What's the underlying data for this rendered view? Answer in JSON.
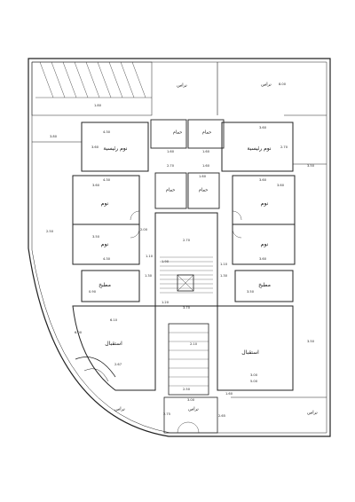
{
  "plan": {
    "rooms": {
      "master_bedroom_left": "نوم رئيسية",
      "master_bedroom_right": "نوم رئيسية",
      "bedroom_left_upper": "نوم",
      "bedroom_left_lower": "نوم",
      "bedroom_right_upper": "نوم",
      "bedroom_right_lower": "نوم",
      "bath_top_left": "حمام",
      "bath_top_right": "حمام",
      "bath_mid_left": "حمام",
      "bath_mid_right": "حمام",
      "kitchen_left": "مطبخ",
      "kitchen_right": "مطبخ",
      "reception_left": "استقبال",
      "reception_right": "استقبال"
    },
    "terraces": {
      "top_left": "تراس",
      "top_right": "تراس",
      "bottom_left": "تراس",
      "bottom_mid": "تراس",
      "bottom_right": "تراس"
    },
    "dimensions": {
      "d_1": "1.80",
      "d_2": "3.80",
      "d_3": "4.30",
      "d_4": "3.60",
      "d_5": "4.30",
      "d_6": "3.60",
      "d_7": "3.60",
      "d_8": "2.70",
      "d_9": "1.10",
      "d_10": "1.10",
      "d_11": "1.30",
      "d_12": "1.30",
      "d_13": "3.70",
      "d_14": "4.30",
      "d_15": "3.50",
      "d_16": "3.60",
      "d_17": "2.70",
      "d_18": "1.60",
      "d_19": "2.50",
      "d_20": "6.00",
      "d_21": "3.50",
      "d_22": "1.20",
      "d_23": "1.60",
      "d_24": "2.67",
      "d_25": "2.10",
      "d_26": "2.50",
      "d_27": "1.60",
      "d_28": "3.00",
      "d_29": "2.75",
      "d_30": "3.60",
      "d_31": "3.60",
      "d_32": "3.50",
      "d_33": "6.10",
      "d_34": "8.00",
      "d_35": "2.70",
      "d_36": "3.00",
      "d_37": "1.60",
      "d_38": "5.00",
      "d_39": "1.60",
      "d_40": "2.00",
      "d_41": "0.90",
      "d_42": "3.50",
      "d_43": "1.90",
      "d_44": "2.65"
    }
  }
}
